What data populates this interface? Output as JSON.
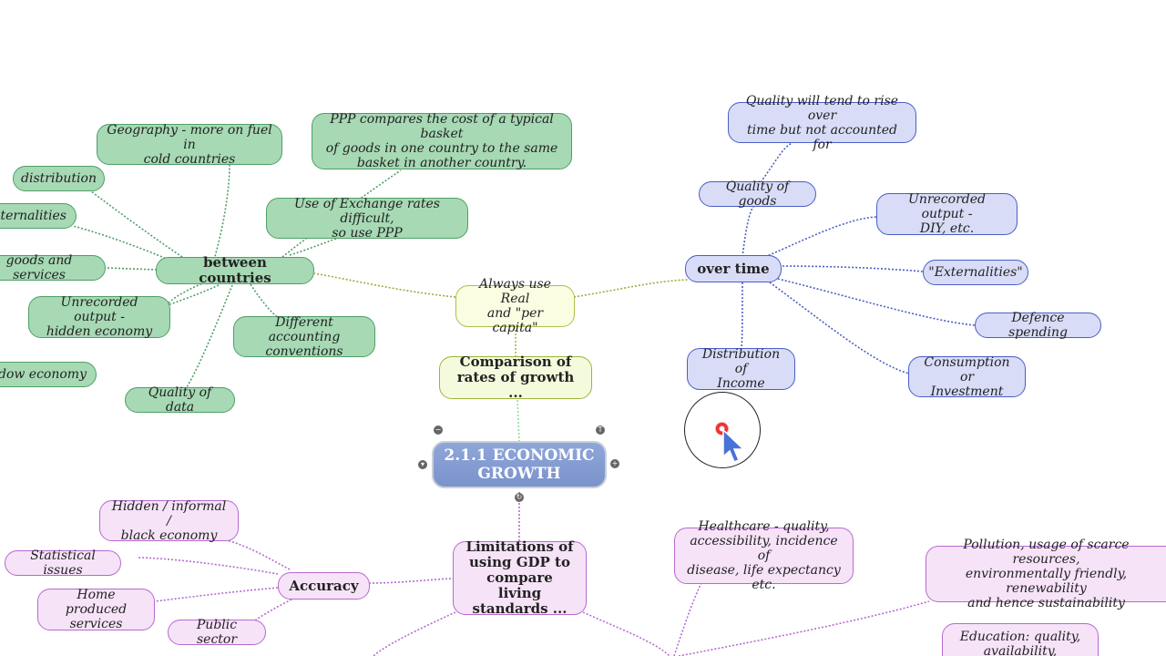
{
  "central": {
    "label": "2.1.1 ECONOMIC\nGROWTH"
  },
  "nodes": {
    "always_real": "Always use Real\nand \"per capita\"",
    "comparison": "Comparison of\nrates of growth ...",
    "between_countries": "between countries",
    "over_time": "over time",
    "limitations": "Limitations of\nusing GDP to\ncompare living\nstandards ...",
    "accuracy": "Accuracy",
    "geography": "Geography - more on fuel in\ncold countries",
    "ppp": "PPP compares the cost of a typical basket\nof goods in one country to the same\nbasket in another country.",
    "exchange": "Use of Exchange rates difficult,\nso use PPP",
    "distribution": "distribution",
    "externalities_left": "externalities",
    "goods_services": "goods and services",
    "unrecorded_hidden": "Unrecorded output -\nhidden economy",
    "shadow": "shadow economy",
    "quality_data": "Quality of data",
    "accounting": "Different accounting\nconventions",
    "quality_rise": "Quality will tend to rise over\ntime but not accounted for",
    "quality_goods": "Quality of goods",
    "unrecorded_diy": "Unrecorded output -\nDIY, etc.",
    "externalities_right": "\"Externalities\"",
    "defence": "Defence spending",
    "consumption": "Consumption or\nInvestment",
    "distribution_income": "Distribution of\nIncome",
    "hidden_informal": "Hidden / informal /\nblack economy",
    "statistical": "Statistical issues",
    "home_produced": "Home produced\nservices",
    "public_sector": "Public sector",
    "healthcare": "Healthcare - quality,\naccessibility, incidence of\ndisease, life expectancy etc.",
    "pollution": "Pollution, usage of scarce resources,\nenvironmentally friendly, renewability\nand hence sustainability",
    "education": "Education: quality,\navailability, suitability"
  },
  "controls": {
    "minus": "−",
    "t": "T",
    "plus": "+",
    "down": "▾",
    "refresh": "↻"
  },
  "colors": {
    "green_fill": "#a6d9b4",
    "green_line": "#4f9f68",
    "blue_fill": "#d8dcf7",
    "blue_line": "#4a5ec5",
    "purple_fill": "#f6e3f8",
    "purple_line": "#b66ad0",
    "central_fill": "#8fa6d8"
  }
}
